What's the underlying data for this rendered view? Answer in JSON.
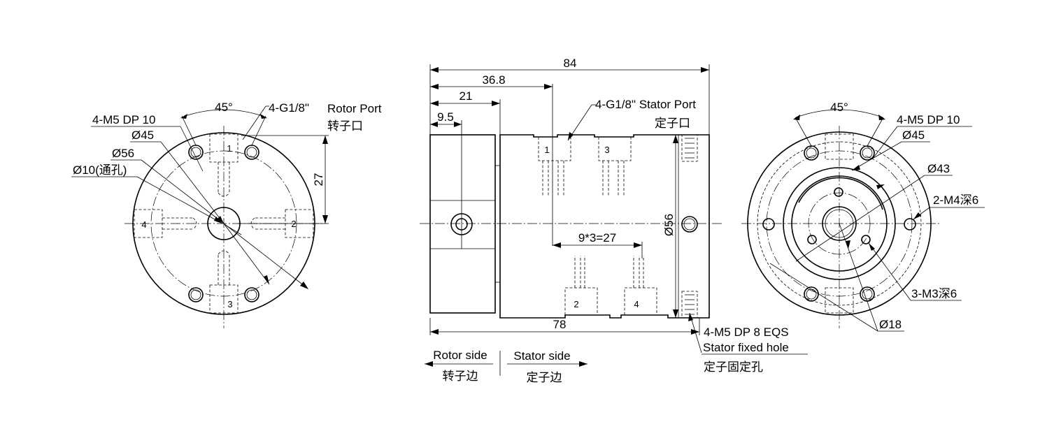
{
  "left_view": {
    "angle": "45°",
    "port_callout": "4-G1/8\"",
    "port_title": "Rotor Port",
    "port_title_cn": "转子口",
    "holes_callout": "4-M5 DP 10",
    "pcd": "Ø45",
    "outer_dia": "Ø56",
    "bore": "Ø10(通孔)",
    "offset": "27",
    "ports": [
      "1",
      "2",
      "3",
      "4"
    ]
  },
  "front_view": {
    "overall_length": "84",
    "rotor_length": "36.8",
    "flange_length": "21",
    "hub_offset": "9.5",
    "port_callout": "4-G1/8\" Stator Port",
    "port_callout_cn": "定子口",
    "body_dia": "Ø56",
    "port_pitch": "9*3=27",
    "body_length": "78",
    "fixed_hole_callout": "4-M5 DP 8 EQS",
    "fixed_hole_title": "Stator fixed hole",
    "fixed_hole_title_cn": "定子固定孔",
    "ports": [
      "1",
      "3",
      "2",
      "4"
    ]
  },
  "side_legend": {
    "rotor_side": "Rotor side",
    "rotor_side_cn": "转子边",
    "stator_side": "Stator side",
    "stator_side_cn": "定子边"
  },
  "right_view": {
    "angle": "45°",
    "holes_callout": "4-M5 DP 10",
    "pcd": "Ø45",
    "dia_43": "Ø43",
    "m4_callout": "2-M4深6",
    "m3_callout": "3-M3深6",
    "dia_18": "Ø18"
  }
}
